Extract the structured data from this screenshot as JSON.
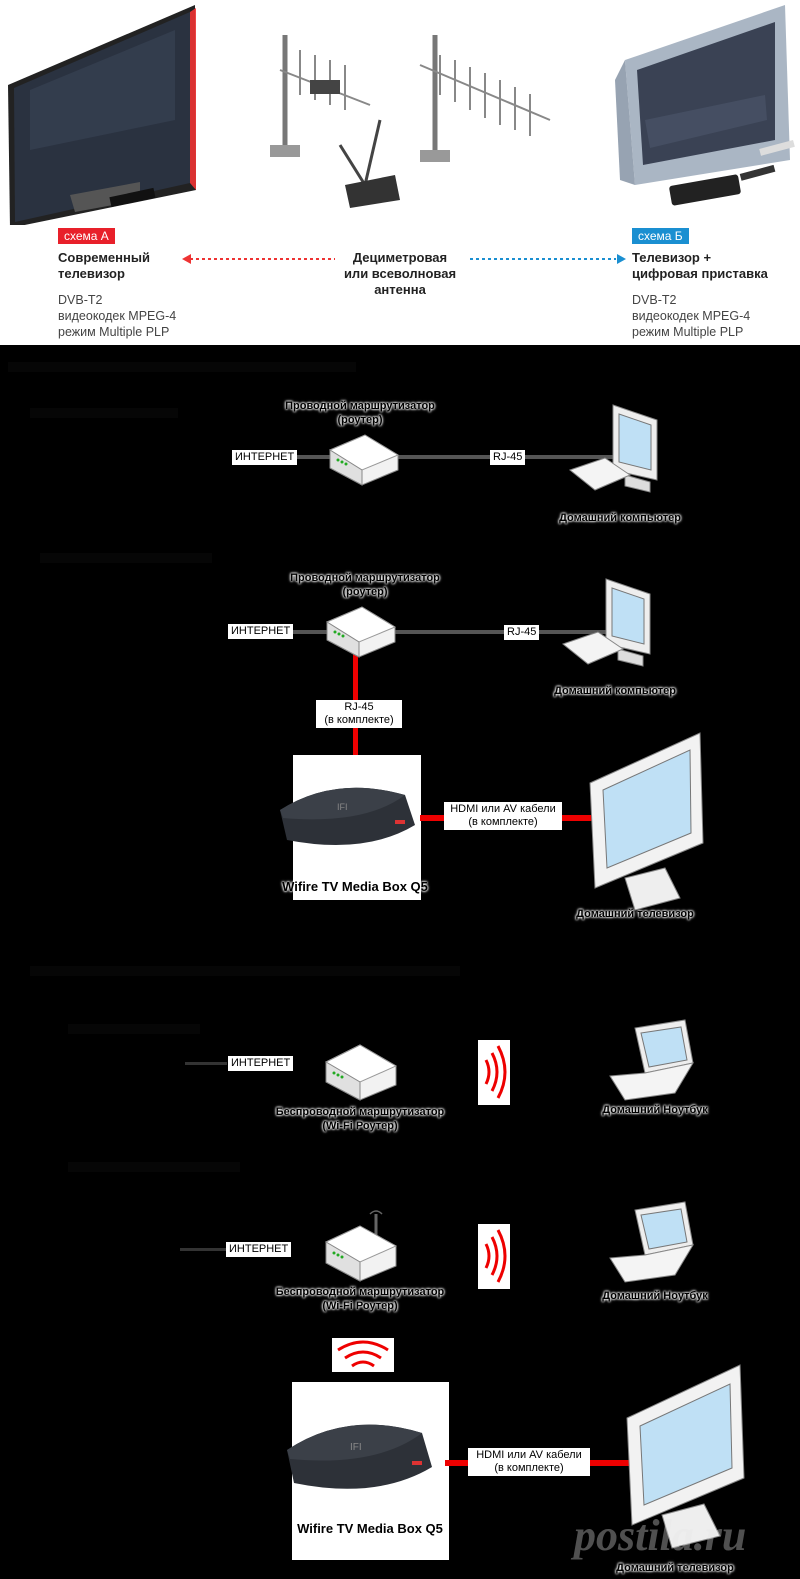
{
  "top": {
    "scheme_a": {
      "tag": "схема А",
      "title_line1": "Современный",
      "title_line2": "телевизор",
      "spec1": "DVB-T2",
      "spec2": "видеокодек MPEG-4",
      "spec3": "режим Multiple PLP"
    },
    "antenna": {
      "line1": "Дециметровая",
      "line2": "или всеволновая",
      "line3": "антенна"
    },
    "scheme_b": {
      "tag": "схема Б",
      "title_line1": "Телевизор +",
      "title_line2": "цифровая приставка",
      "spec1": "DVB-T2",
      "spec2": "видеокодек MPEG-4",
      "spec3": "режим Multiple PLP"
    }
  },
  "wired_1": {
    "router_line1": "Проводной маршрутизатор",
    "router_line2": "(роутер)",
    "internet": "ИНТЕРНЕТ",
    "cable": "RJ-45",
    "computer": "Домашний компьютер"
  },
  "wired_2": {
    "router_line1": "Проводной маршрутизатор",
    "router_line2": "(роутер)",
    "internet": "ИНТЕРНЕТ",
    "cable": "RJ-45",
    "computer": "Домашний компьютер",
    "cable_down_line1": "RJ-45",
    "cable_down_line2": "(в комплекте)",
    "box_name": "Wifire TV Media Box Q5",
    "hdmi_line1": "HDMI или AV кабели",
    "hdmi_line2": "(в комплекте)",
    "tv": "Домашний телевизор"
  },
  "wireless_1": {
    "internet": "ИНТЕРНЕТ",
    "router_line1": "Беспроводной маршрутизатор",
    "router_line2": "(Wi-Fi Роутер)",
    "laptop": "Домашний Ноутбук"
  },
  "wireless_2": {
    "internet": "ИНТЕРНЕТ",
    "router_line1": "Беспроводной маршрутизатор",
    "router_line2": "(Wi-Fi Роутер)",
    "laptop": "Домашний Ноутбук",
    "box_name": "Wifire TV Media Box Q5",
    "hdmi_line1": "HDMI или AV кабели",
    "hdmi_line2": "(в комплекте)",
    "tv": "Домашний телевизор"
  },
  "watermark": "postila.ru",
  "colors": {
    "scheme_a_tag": "#e8202a",
    "scheme_b_tag": "#1a8fd1",
    "cable_red": "#e00000",
    "background": "#000000"
  }
}
